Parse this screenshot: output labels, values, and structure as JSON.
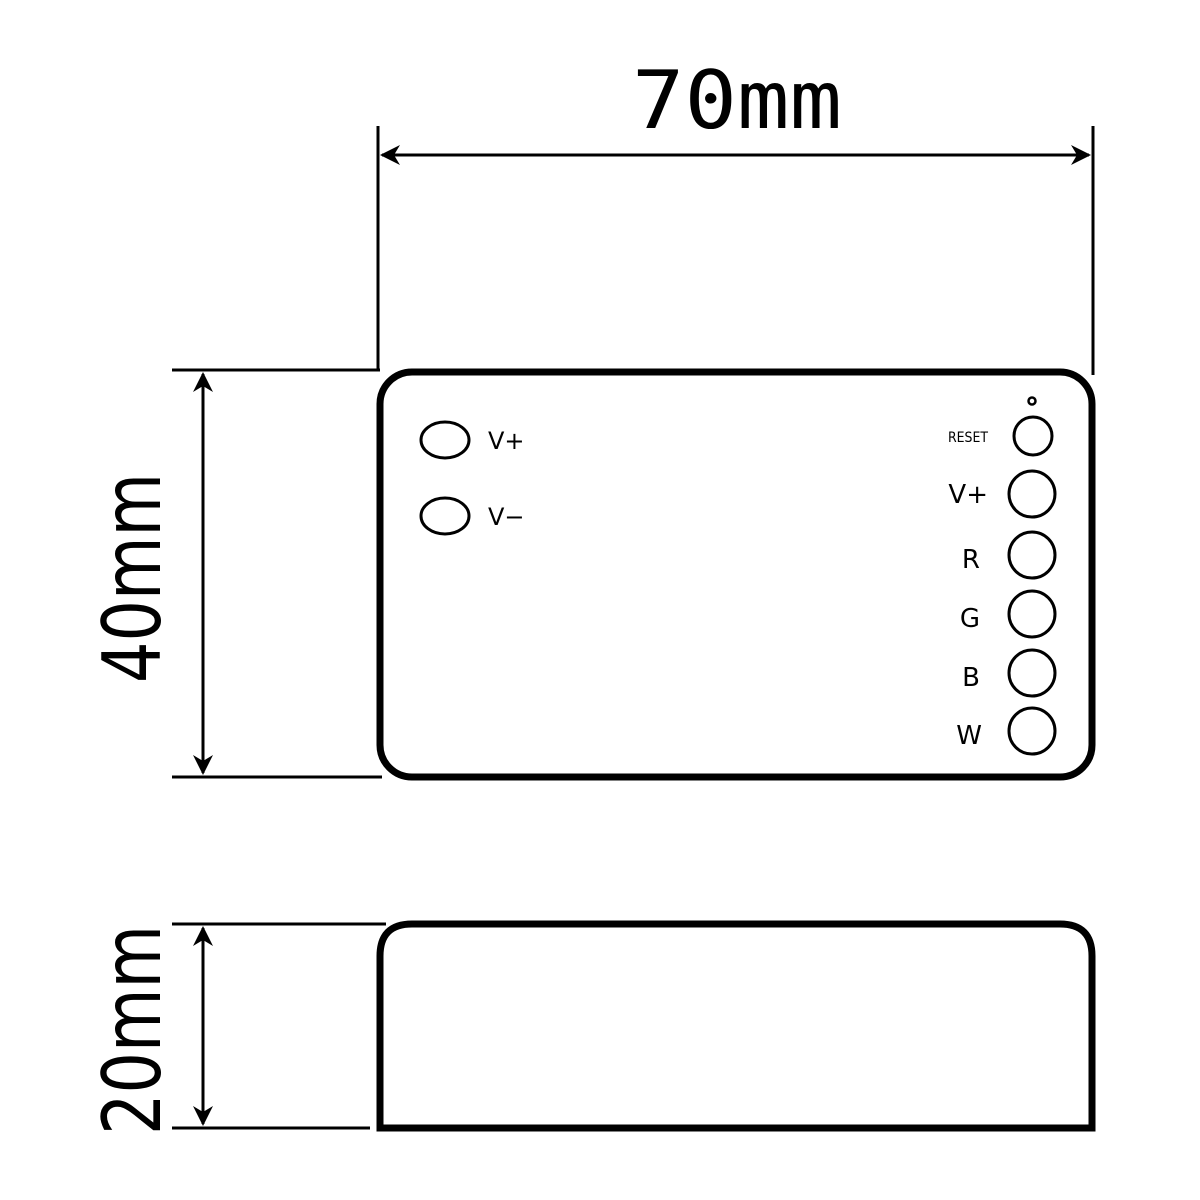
{
  "dimensions": {
    "width": "70mm",
    "height": "40mm",
    "depth": "20mm"
  },
  "top_view": {
    "left_terminals": [
      {
        "label": "V+"
      },
      {
        "label": "V−"
      }
    ],
    "right_terminals": [
      {
        "label": "RESET"
      },
      {
        "label": "V+"
      },
      {
        "label": "R"
      },
      {
        "label": "G"
      },
      {
        "label": "B"
      },
      {
        "label": "W"
      }
    ],
    "indicator": "led-dot"
  },
  "colors": {
    "stroke": "#000000",
    "background": "#ffffff"
  }
}
